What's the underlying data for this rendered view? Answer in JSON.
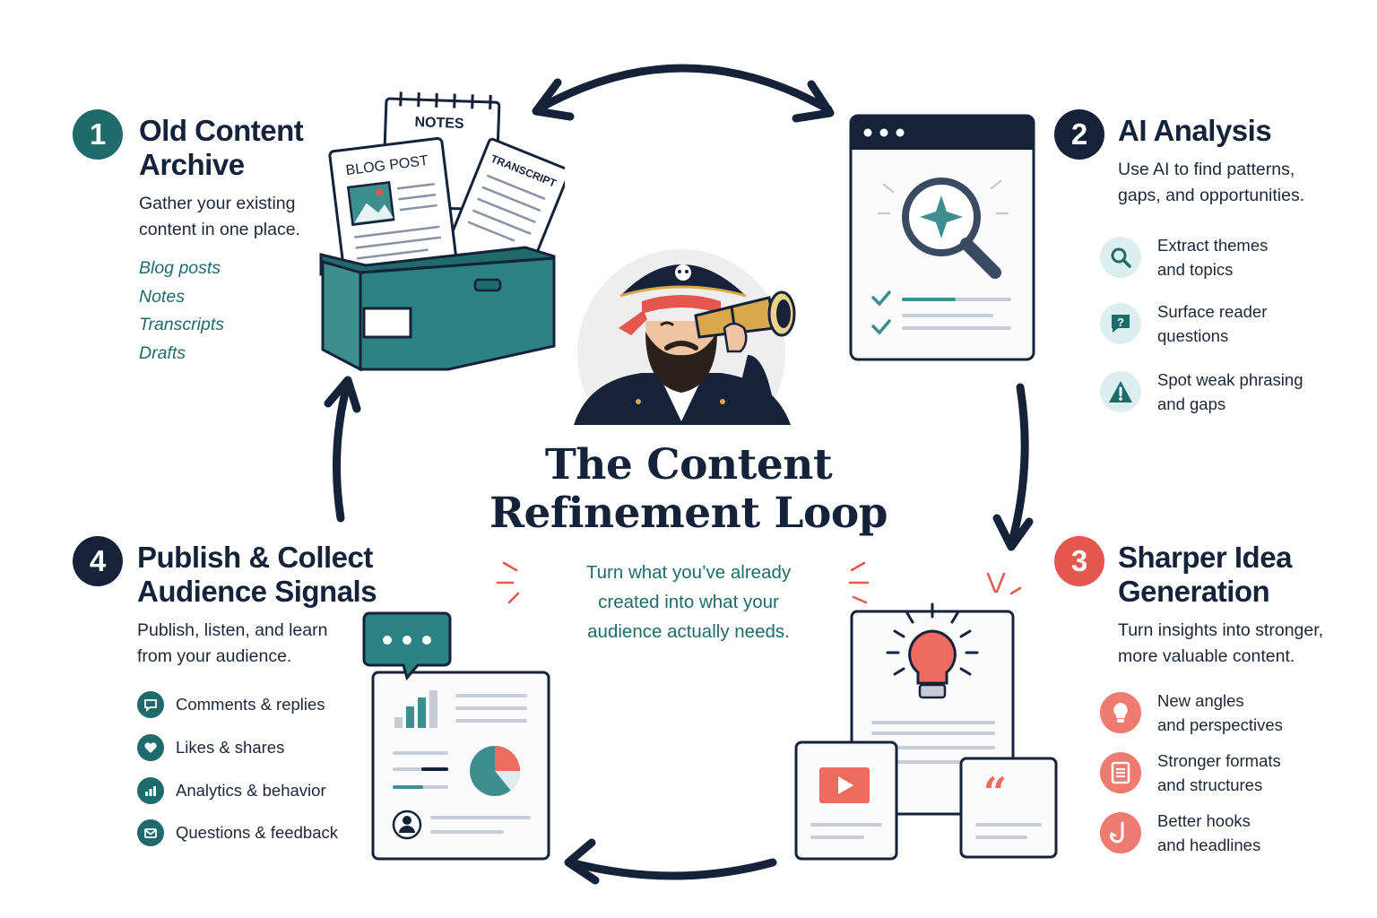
{
  "title": "The Content Refinement Loop",
  "subtitle": "Turn what you’ve already\ncreated into what your\naudience actually needs.",
  "colors": {
    "navy": "#16223a",
    "teal": "#1f6b6c",
    "teal_light": "#3d8e8f",
    "coral": "#e5574e",
    "coral_light": "#f6d5d2",
    "teal_pale": "#dceeed"
  },
  "steps": [
    {
      "number": "1",
      "title_line1": "Old Content",
      "title_line2": "Archive",
      "desc_line1": "Gather your existing",
      "desc_line2": "content in one place.",
      "items": [
        "Blog posts",
        "Notes",
        "Transcripts",
        "Drafts"
      ],
      "illustration": {
        "notes_label": "NOTES",
        "blog_label": "BLOG POST",
        "transcript_label": "TRANSCRIPT"
      }
    },
    {
      "number": "2",
      "title": "AI Analysis",
      "desc_line1": "Use AI to find patterns,",
      "desc_line2": "gaps, and opportunities.",
      "features": [
        {
          "icon": "magnifier-icon",
          "text": "Extract themes\nand topics"
        },
        {
          "icon": "question-bubble-icon",
          "text": "Surface reader\nquestions"
        },
        {
          "icon": "warning-icon",
          "text": "Spot weak phrasing\nand gaps"
        }
      ]
    },
    {
      "number": "3",
      "title_line1": "Sharper Idea",
      "title_line2": "Generation",
      "desc_line1": "Turn insights into stronger,",
      "desc_line2": "more valuable content.",
      "features": [
        {
          "icon": "lightbulb-icon",
          "text": "New angles\nand perspectives"
        },
        {
          "icon": "document-icon",
          "text": "Stronger formats\nand structures"
        },
        {
          "icon": "hook-icon",
          "text": "Better hooks\nand headlines"
        }
      ]
    },
    {
      "number": "4",
      "title_line1": "Publish & Collect",
      "title_line2": "Audience Signals",
      "desc_line1": "Publish, listen, and learn",
      "desc_line2": "from your audience.",
      "signals": [
        {
          "icon": "comment-icon",
          "text": "Comments & replies"
        },
        {
          "icon": "heart-icon",
          "text": "Likes & shares"
        },
        {
          "icon": "bar-chart-icon",
          "text": "Analytics & behavior"
        },
        {
          "icon": "mail-icon",
          "text": "Questions & feedback"
        }
      ]
    }
  ]
}
